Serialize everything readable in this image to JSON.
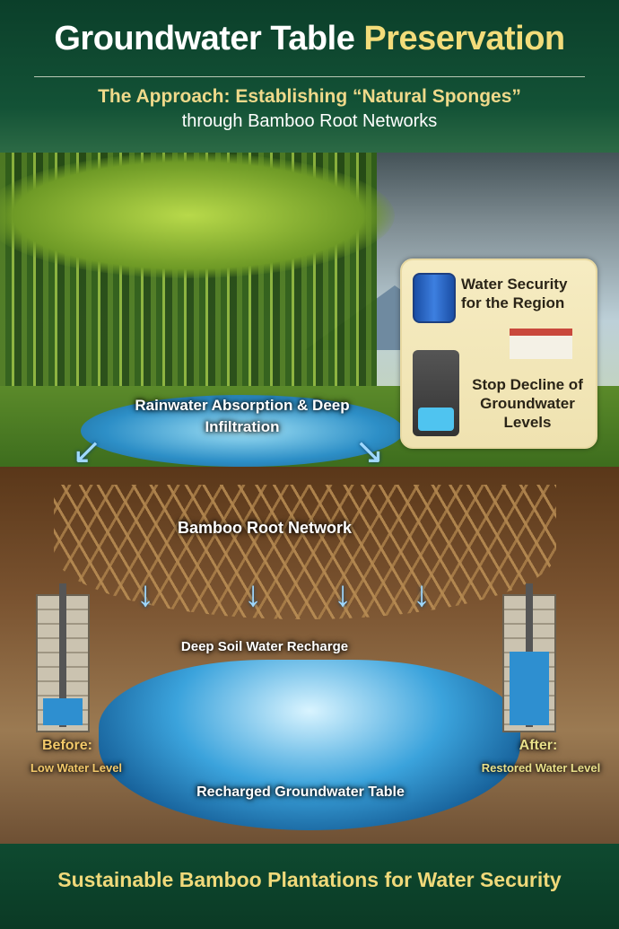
{
  "header": {
    "title_main": "Groundwater Table",
    "title_highlight": "Preservation",
    "subtitle_line1": "The Approach: Establishing “Natural Sponges”",
    "subtitle_line2": "through Bamboo Root Networks"
  },
  "benefits_card": {
    "item1": "Water Security for the Region",
    "item2": "Stop Decline of Groundwater Levels"
  },
  "labels": {
    "absorption": "Rainwater Absorption & Deep Infiltration",
    "root_network": "Bamboo Root Network",
    "recharge": "Deep Soil Water Recharge",
    "aquifer": "Recharged Groundwater Table",
    "before_title": "Before:",
    "before_sub": "Low Water Level",
    "after_title": "After:",
    "after_sub": "Restored Water Level"
  },
  "water_levels": {
    "before": 0.2,
    "after": 0.55
  },
  "footer": {
    "text": "Sustainable Bamboo Plantations for Water Security"
  }
}
